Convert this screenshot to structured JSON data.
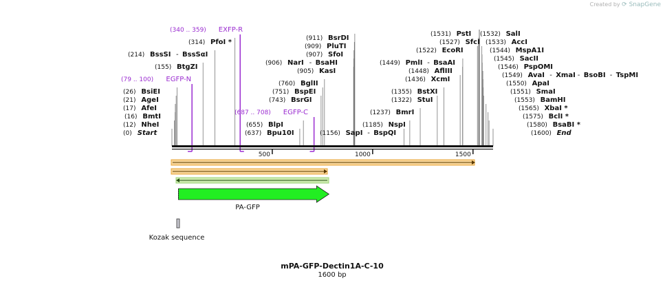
{
  "credit": {
    "prefix": "Created by",
    "brand": "SnapGene"
  },
  "title": "mPA-GFP-Dectin1A-C-10",
  "length_label": "1600 bp",
  "ticks": [
    {
      "bp": 500,
      "label": "500"
    },
    {
      "bp": 1000,
      "label": "1000"
    },
    {
      "bp": 1500,
      "label": "1500"
    }
  ],
  "sites_left": [
    {
      "pos": "(0)",
      "names": [
        "Start"
      ],
      "italic": true
    },
    {
      "pos": "(12)",
      "names": [
        "NheI"
      ]
    },
    {
      "pos": "(16)",
      "names": [
        "BmtI"
      ]
    },
    {
      "pos": "(17)",
      "names": [
        "AfeI"
      ]
    },
    {
      "pos": "(21)",
      "names": [
        "AgeI"
      ]
    },
    {
      "pos": "(26)",
      "names": [
        "BsiEI"
      ]
    },
    {
      "pos": "(155)",
      "names": [
        "BtgZI"
      ]
    },
    {
      "pos": "(214)",
      "names": [
        "BssSI",
        "BssSαI"
      ]
    },
    {
      "pos": "(314)",
      "names": [
        "PfoI *"
      ]
    }
  ],
  "sites_mid": [
    {
      "pos": "(637)",
      "names": [
        "Bpu10I"
      ]
    },
    {
      "pos": "(655)",
      "names": [
        "BlpI"
      ]
    },
    {
      "pos": "(743)",
      "names": [
        "BsrGI"
      ]
    },
    {
      "pos": "(751)",
      "names": [
        "BspEI"
      ]
    },
    {
      "pos": "(760)",
      "names": [
        "BglII"
      ]
    },
    {
      "pos": "(905)",
      "names": [
        "KasI"
      ]
    },
    {
      "pos": "(906)",
      "names": [
        "NarI",
        "BsaHI"
      ]
    },
    {
      "pos": "(907)",
      "names": [
        "SfoI"
      ]
    },
    {
      "pos": "(909)",
      "names": [
        "PluTI"
      ]
    },
    {
      "pos": "(911)",
      "names": [
        "BsrDI"
      ]
    }
  ],
  "sites_low": [
    {
      "pos": "(1156)",
      "names": [
        "SapI",
        "BspQI"
      ]
    },
    {
      "pos": "(1185)",
      "names": [
        "NspI"
      ]
    },
    {
      "pos": "(1237)",
      "names": [
        "BmrI"
      ]
    },
    {
      "pos": "(1322)",
      "names": [
        "StuI"
      ]
    },
    {
      "pos": "(1355)",
      "names": [
        "BstXI"
      ]
    },
    {
      "pos": "(1436)",
      "names": [
        "XcmI"
      ]
    },
    {
      "pos": "(1448)",
      "names": [
        "AflIII"
      ]
    },
    {
      "pos": "(1449)",
      "names": [
        "PmlI",
        "BsaAI"
      ]
    },
    {
      "pos": "(1522)",
      "names": [
        "EcoRI"
      ]
    },
    {
      "pos": "(1527)",
      "names": [
        "SfcI"
      ]
    },
    {
      "pos": "(1531)",
      "names": [
        "PstI"
      ]
    }
  ],
  "sites_right": [
    {
      "pos": "(1532)",
      "names": [
        "SalI"
      ]
    },
    {
      "pos": "(1533)",
      "names": [
        "AccI"
      ]
    },
    {
      "pos": "(1544)",
      "names": [
        "MspA1I"
      ]
    },
    {
      "pos": "(1545)",
      "names": [
        "SacII"
      ]
    },
    {
      "pos": "(1546)",
      "names": [
        "PspOMI"
      ]
    },
    {
      "pos": "(1549)",
      "names": [
        "AvaI",
        "XmaI",
        "BsoBI",
        "TspMI"
      ]
    },
    {
      "pos": "(1550)",
      "names": [
        "ApaI"
      ]
    },
    {
      "pos": "(1551)",
      "names": [
        "SmaI"
      ]
    },
    {
      "pos": "(1553)",
      "names": [
        "BamHI"
      ]
    },
    {
      "pos": "(1565)",
      "names": [
        "XbaI *"
      ]
    },
    {
      "pos": "(1575)",
      "names": [
        "BclI *"
      ]
    },
    {
      "pos": "(1580)",
      "names": [
        "BsaBI *"
      ]
    },
    {
      "pos": "(1600)",
      "names": [
        "End"
      ],
      "italic": true
    }
  ],
  "primers": [
    {
      "pos": "(79 .. 100)",
      "name": "EGFP-N"
    },
    {
      "pos": "(340 .. 359)",
      "name": "EXFP-R"
    },
    {
      "pos": "(687 .. 708)",
      "name": "EGFP-C"
    }
  ],
  "features": [
    {
      "name": "PA-GFP",
      "color": "#22ee22",
      "start": 36,
      "end": 755
    },
    {
      "name": "Kozak sequence",
      "color": "#c8c8d0",
      "start": 29,
      "end": 38
    }
  ],
  "colors": {
    "orf": "#f8d598",
    "orf_border": "#e8a63a",
    "orf2": "#cdebb0",
    "primer": "#9a2bd0"
  }
}
